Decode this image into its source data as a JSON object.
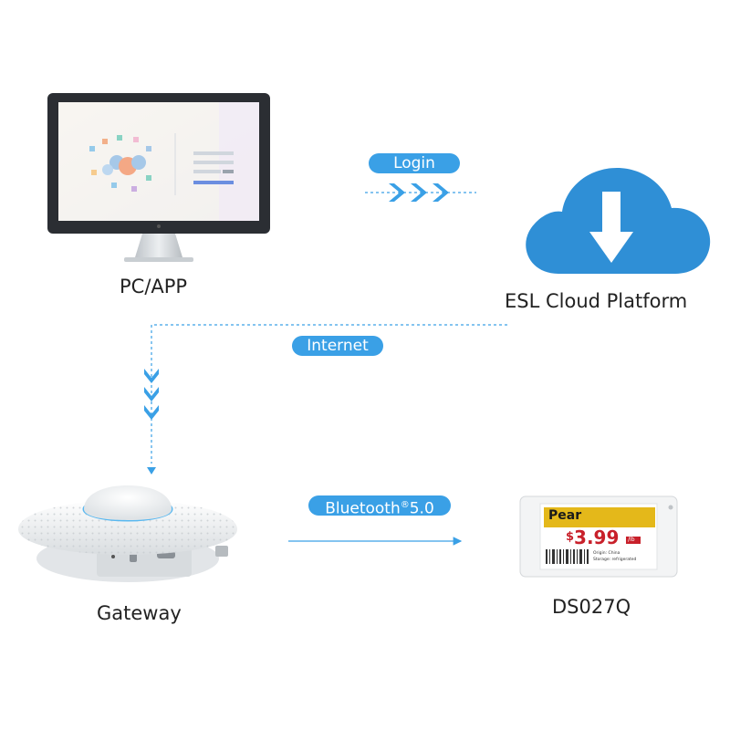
{
  "nodes": {
    "pc": {
      "label": "PC/APP"
    },
    "cloud": {
      "label": "ESL Cloud Platform"
    },
    "gateway": {
      "label": "Gateway"
    },
    "tag": {
      "label": "DS027Q"
    }
  },
  "connections": {
    "login": {
      "label": "Login"
    },
    "internet": {
      "label": "Internet"
    },
    "bluetooth": {
      "label_main": "Bluetooth",
      "label_mark": "®",
      "label_version": "5.0"
    }
  },
  "esl_tag": {
    "product": "Pear",
    "currency": "$",
    "price": "3.99",
    "unit": "/lb",
    "detail_line1": "Origin: China",
    "detail_line2": "Storage: refrigerated"
  },
  "colors": {
    "accent": "#3aa0e6",
    "cloud": "#2f8fd6",
    "tag_yellow": "#e4b81a",
    "tag_red": "#c8202a"
  }
}
